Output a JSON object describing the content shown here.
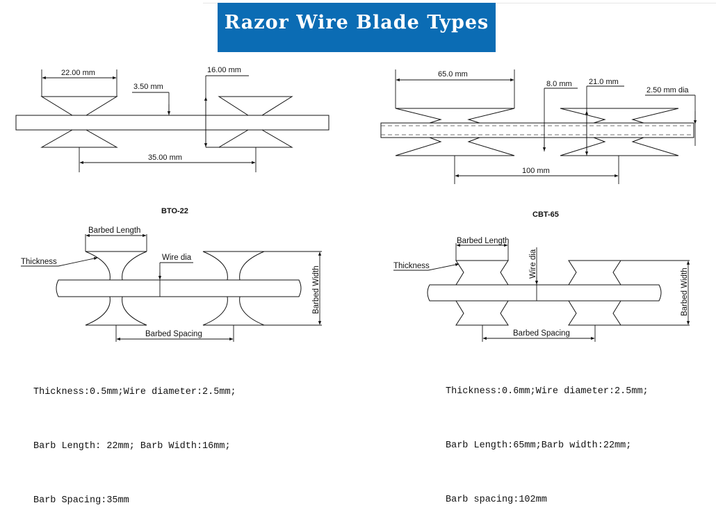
{
  "title": "Razor Wire Blade Types",
  "bto22": {
    "name": "BTO-22",
    "dims": {
      "barb_length": "22.00 mm",
      "thickness": "3.50 mm",
      "width": "16.00 mm",
      "spacing": "35.00 mm"
    }
  },
  "cbt65": {
    "name": "CBT-65",
    "dims": {
      "barb_length": "65.0 mm",
      "thickness": "8.0 mm",
      "width": "21.0 mm",
      "wire_dia": "2.50 mm dia",
      "spacing": "100 mm"
    }
  },
  "schematic_labels": {
    "barbed_length": "Barbed Length",
    "thickness": "Thickness",
    "wire_dia": "Wire dia",
    "barbed_width": "Barbed Width",
    "barbed_spacing": "Barbed Spacing"
  },
  "specs_left": [
    "Thickness:0.5mm;Wire diameter:2.5mm;",
    "Barb Length: 22mm; Barb Width:16mm;",
    "Barb Spacing:35mm"
  ],
  "specs_right": [
    "Thickness:0.6mm;Wire diameter:2.5mm;",
    "Barb Length:65mm;Barb width:22mm;",
    "Barb spacing:102mm"
  ],
  "colors": {
    "title_bg": "#0b6cb4",
    "title_fg": "#ffffff",
    "line": "#111111"
  }
}
